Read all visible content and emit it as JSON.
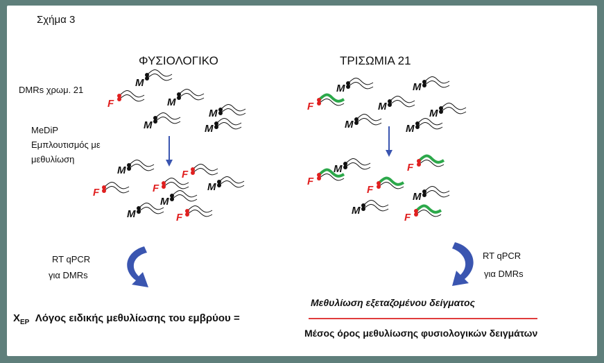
{
  "figure_caption": "Σχήμα 3",
  "panels": {
    "normal": {
      "title": "ΦΥΣΙΟΛΟΓΙΚΟ"
    },
    "trisomy": {
      "title": "ΤΡΙΣΩΜΙΑ 21"
    }
  },
  "labels": {
    "dmrs": "DMRs χρωμ. 21",
    "medip": "MeDiP",
    "enrich_line1": "Εμπλουτισμός με",
    "enrich_line2": "μεθυλίωση",
    "rt_left_1": "RT qPCR",
    "rt_left_2": "για DMRs",
    "rt_right_1": "RT qPCR",
    "rt_right_2": "για DMRs"
  },
  "markers": {
    "methyl": "M",
    "fetal": "F"
  },
  "formula": {
    "symbol": "X",
    "subscript": "EP",
    "lhs": "Λόγος ειδικής μεθυλίωσης του εμβρύου =",
    "numerator": "Μεθυλίωση εξεταζομένου δείγματος",
    "denominator": "Μέσος όρος μεθυλίωσης φυσιολογικών δειγμάτων"
  },
  "colors": {
    "frame": "#5f7f7b",
    "background": "#ffffff",
    "methyl_marker": "#111111",
    "fetal_marker": "#e02020",
    "fetal_strand_trisomy": "#2ca84a",
    "arrow": "#3a55b0",
    "fraction_line": "#e03c3c"
  }
}
